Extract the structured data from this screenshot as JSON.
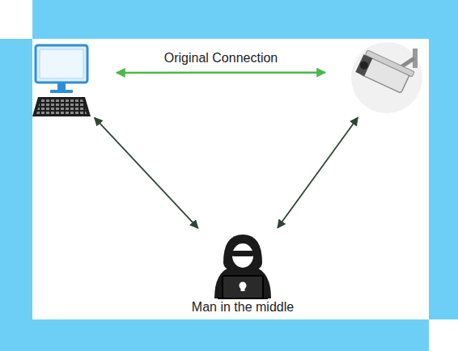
{
  "diagram": {
    "nodes": [
      {
        "text": []
      },
      {
        "text": []
      },
      {
        "text": [
          "Man in the middle"
        ]
      }
    ],
    "edges": [
      {
        "from": 0,
        "to": 1,
        "arrow": "both",
        "label": "Original Connection"
      },
      {
        "from": 0,
        "to": 2,
        "arrow": "both"
      },
      {
        "from": 1,
        "to": 2,
        "arrow": "both"
      }
    ]
  }
}
